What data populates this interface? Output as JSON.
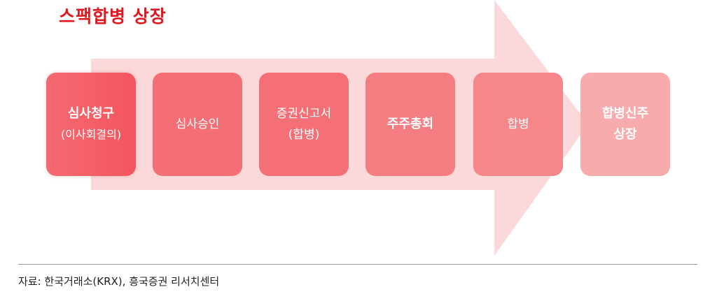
{
  "title": "스팩합병 상장",
  "steps": [
    {
      "line1": "심사청구",
      "line2": "(이사회결의)"
    },
    {
      "line1": "심사승인"
    },
    {
      "line1": "증권신고서",
      "line2": "(합병)"
    },
    {
      "line1": "주주총회"
    },
    {
      "line1": "합병"
    },
    {
      "line1": "합병신주",
      "line2": "상장"
    }
  ],
  "source": "자료: 한국거래소(KRX), 흥국증권 리서치센터",
  "colors": {
    "title": "#e0181f",
    "arrow": "#fbd5d6"
  }
}
